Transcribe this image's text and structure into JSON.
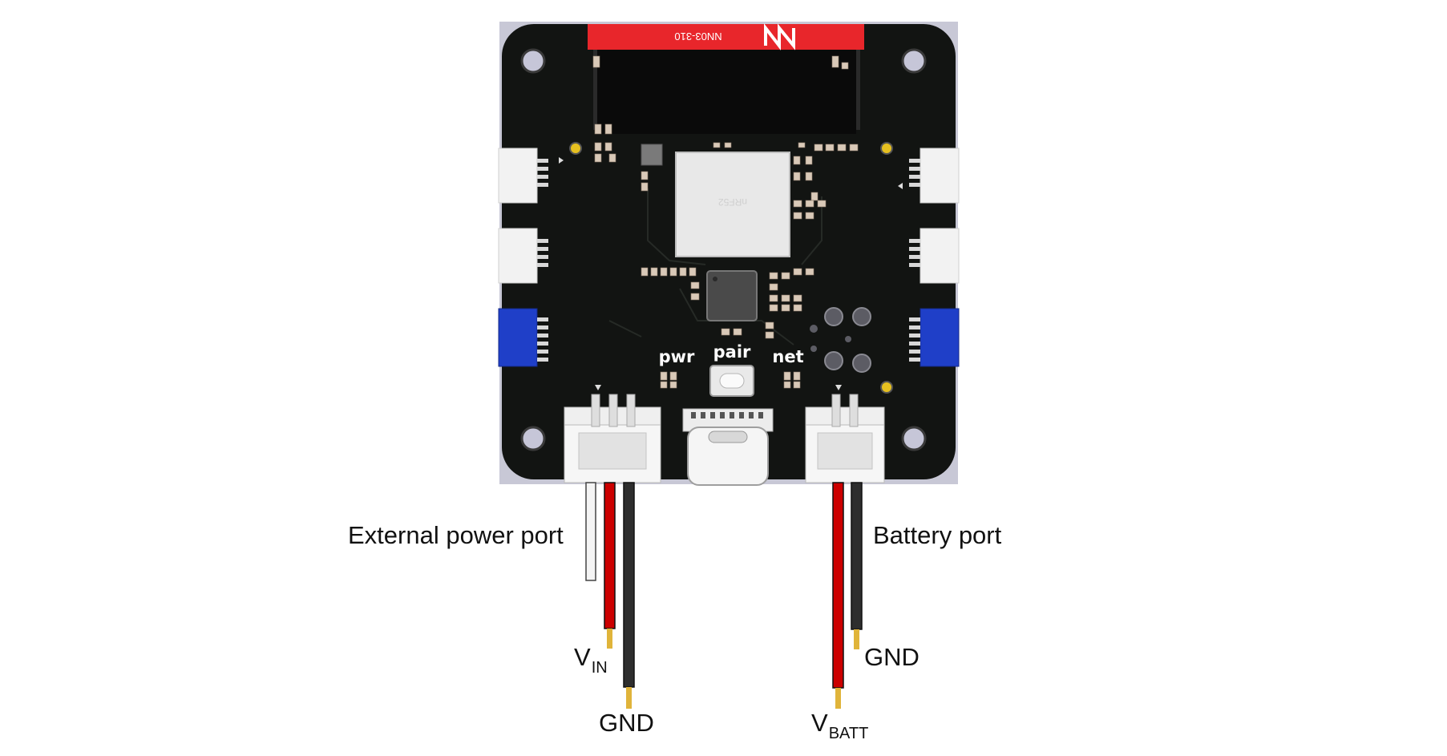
{
  "board": {
    "antenna_label": "NN03-310",
    "logo_text": "N",
    "chip_marking": "nRF52",
    "silk_pwr": "pwr",
    "silk_pair": "pair",
    "silk_net": "net"
  },
  "labels": {
    "external_power_port": "External power port",
    "battery_port": "Battery port",
    "vin_main": "V",
    "vin_sub": "IN",
    "gnd_left": "GND",
    "gnd_right": "GND",
    "vbatt_main": "V",
    "vbatt_sub": "BATT"
  },
  "colors": {
    "pcb": "#121412",
    "antenna": "#e8262b",
    "wire_red": "#cc0000",
    "wire_black": "#2e2e2e",
    "connector_blue": "#1f3fc8",
    "pin_gold": "#e0b43a"
  }
}
